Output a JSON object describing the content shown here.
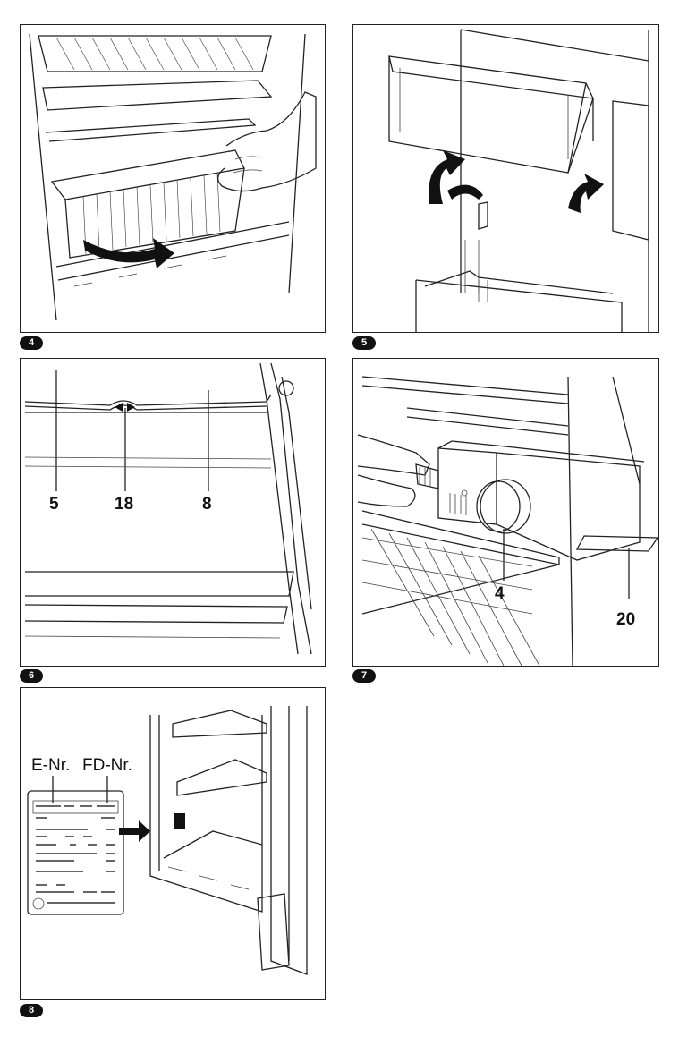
{
  "figures": [
    {
      "number": "4"
    },
    {
      "number": "5"
    },
    {
      "number": "6",
      "callouts": [
        "5",
        "18",
        "8"
      ]
    },
    {
      "number": "7",
      "callouts": [
        "4",
        "20"
      ]
    },
    {
      "number": "8",
      "plate_labels": [
        "E-Nr.",
        "FD-Nr."
      ]
    }
  ]
}
